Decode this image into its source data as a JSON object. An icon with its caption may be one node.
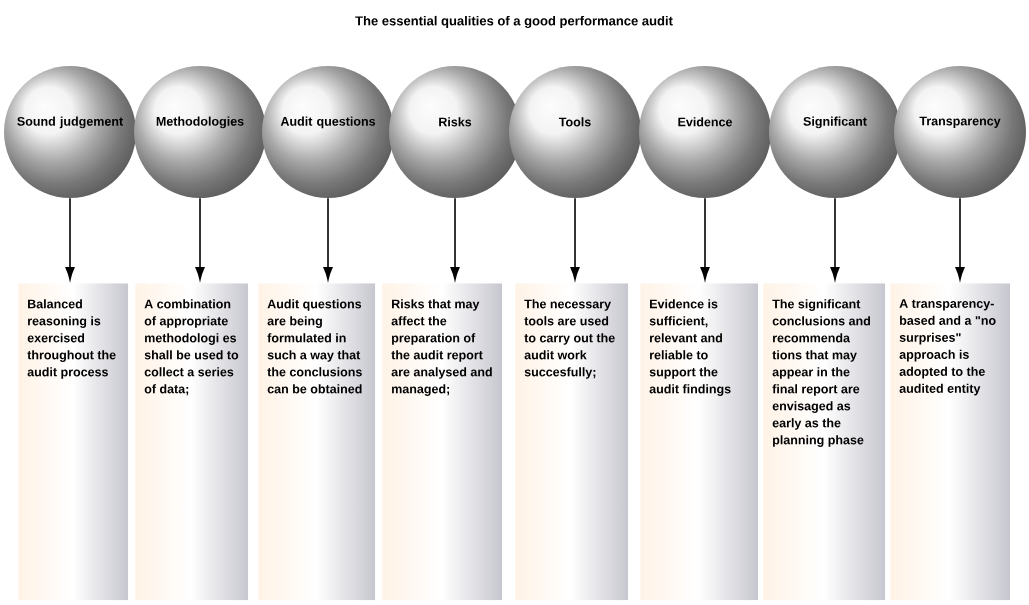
{
  "diagram": {
    "title": "The essential qualities of a good performance audit",
    "nodes": [
      {
        "text": [
          "Sound judgement"
        ]
      },
      {
        "text": [
          "Methodologies"
        ]
      },
      {
        "text": [
          "Audit questions"
        ]
      },
      {
        "text": [
          "Risks"
        ]
      },
      {
        "text": [
          "Tools"
        ]
      },
      {
        "text": [
          "Evidence"
        ]
      },
      {
        "text": [
          "Significant"
        ]
      },
      {
        "text": [
          "Transparency"
        ]
      },
      {
        "text": [
          "Balanced reasoning is exercised throughout the audit process"
        ]
      },
      {
        "text": [
          "A combination of appropriate methodologi es shall be used to collect a series of data;"
        ]
      },
      {
        "text": [
          "Audit questions are being formulated in such a way that the conclusions can be obtained"
        ]
      },
      {
        "text": [
          "Risks that may affect the preparation of the audit report are analysed and managed;"
        ]
      },
      {
        "text": [
          "The necessary tools are used to carry out the audit work succesfully;"
        ]
      },
      {
        "text": [
          "Evidence is sufficient, relevant and reliable to support the audit findings"
        ]
      },
      {
        "text": [
          "The significant conclusions and recommenda tions that may appear in the final report are envisaged as early as the planning phase"
        ]
      },
      {
        "text": [
          "A transparency-based and a  \"no surprises\" approach is adopted to the audited entity"
        ]
      }
    ],
    "edges": [
      {
        "from": 0,
        "to": 8,
        "arrow": "to"
      },
      {
        "from": 1,
        "to": 9,
        "arrow": "to"
      },
      {
        "from": 2,
        "to": 10,
        "arrow": "to"
      },
      {
        "from": 3,
        "to": 11,
        "arrow": "to"
      },
      {
        "from": 4,
        "to": 12,
        "arrow": "to"
      },
      {
        "from": 5,
        "to": 13,
        "arrow": "to"
      },
      {
        "from": 6,
        "to": 14,
        "arrow": "to"
      },
      {
        "from": 7,
        "to": 15,
        "arrow": "to"
      }
    ]
  }
}
